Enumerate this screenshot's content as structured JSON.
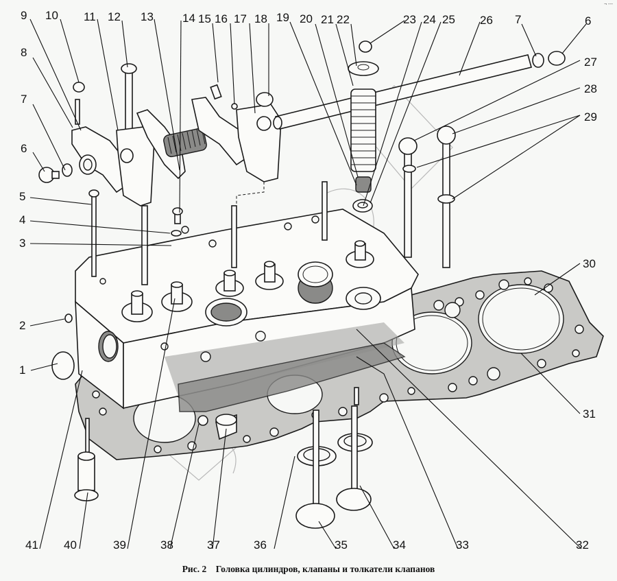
{
  "figure": {
    "caption_number": "Рис. 2",
    "caption_title": "Головка цилиндров, клапаны и толкатели клапанов",
    "corner_mark": "¬ ---"
  },
  "callouts": [
    {
      "id": "1"
    },
    {
      "id": "2"
    },
    {
      "id": "3"
    },
    {
      "id": "4"
    },
    {
      "id": "5"
    },
    {
      "id": "6"
    },
    {
      "id": "7"
    },
    {
      "id": "8"
    },
    {
      "id": "9"
    },
    {
      "id": "10"
    },
    {
      "id": "11"
    },
    {
      "id": "12"
    },
    {
      "id": "13"
    },
    {
      "id": "14"
    },
    {
      "id": "15"
    },
    {
      "id": "16"
    },
    {
      "id": "17"
    },
    {
      "id": "18"
    },
    {
      "id": "19"
    },
    {
      "id": "20"
    },
    {
      "id": "21"
    },
    {
      "id": "22"
    },
    {
      "id": "23"
    },
    {
      "id": "24"
    },
    {
      "id": "25"
    },
    {
      "id": "26"
    },
    {
      "id": "27"
    },
    {
      "id": "28"
    },
    {
      "id": "29"
    },
    {
      "id": "30"
    },
    {
      "id": "31"
    },
    {
      "id": "32"
    },
    {
      "id": "33"
    },
    {
      "id": "34"
    },
    {
      "id": "35"
    },
    {
      "id": "36"
    },
    {
      "id": "37"
    },
    {
      "id": "38"
    },
    {
      "id": "39"
    },
    {
      "id": "40"
    },
    {
      "id": "41"
    }
  ],
  "callouts_right": [
    {
      "id": "7"
    },
    {
      "id": "6"
    }
  ]
}
